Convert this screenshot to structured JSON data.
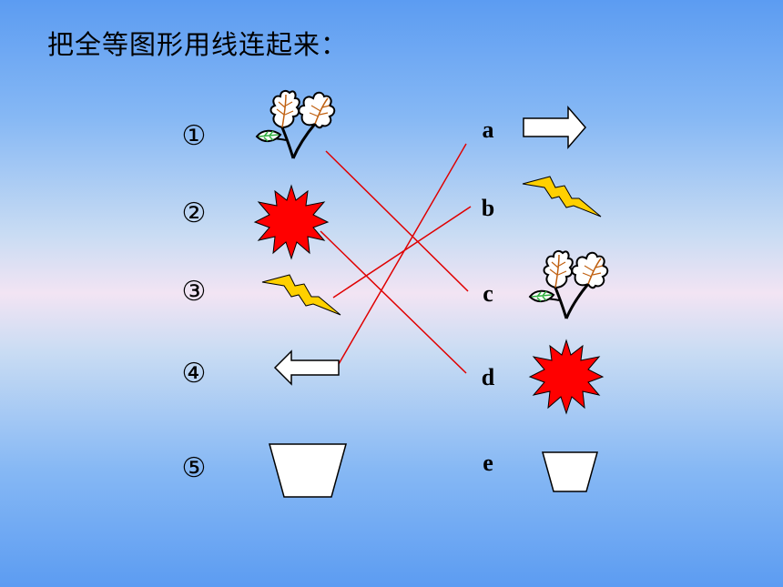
{
  "title": "把全等图形用线连起来：",
  "left_labels": [
    "①",
    "②",
    "③",
    "④",
    "⑤"
  ],
  "right_labels": [
    "a",
    "b",
    "c",
    "d",
    "e"
  ],
  "left_shapes": [
    "leaf-icon",
    "red-burst-icon",
    "lightning-icon",
    "left-arrow-icon",
    "trapezoid-icon"
  ],
  "right_shapes": [
    "right-arrow-icon",
    "lightning-icon",
    "leaf-icon",
    "red-burst-icon",
    "trapezoid-icon"
  ],
  "connections": [
    [
      "1",
      "c"
    ],
    [
      "2",
      "d"
    ],
    [
      "3",
      "b"
    ],
    [
      "4",
      "a"
    ]
  ],
  "colors": {
    "line": "#e00000",
    "burst": "#ff0000",
    "lightning": "#ffd000",
    "leaf_outline": "#000000",
    "leaf_vein": "#c06010",
    "leaf_green": "#30b040"
  }
}
